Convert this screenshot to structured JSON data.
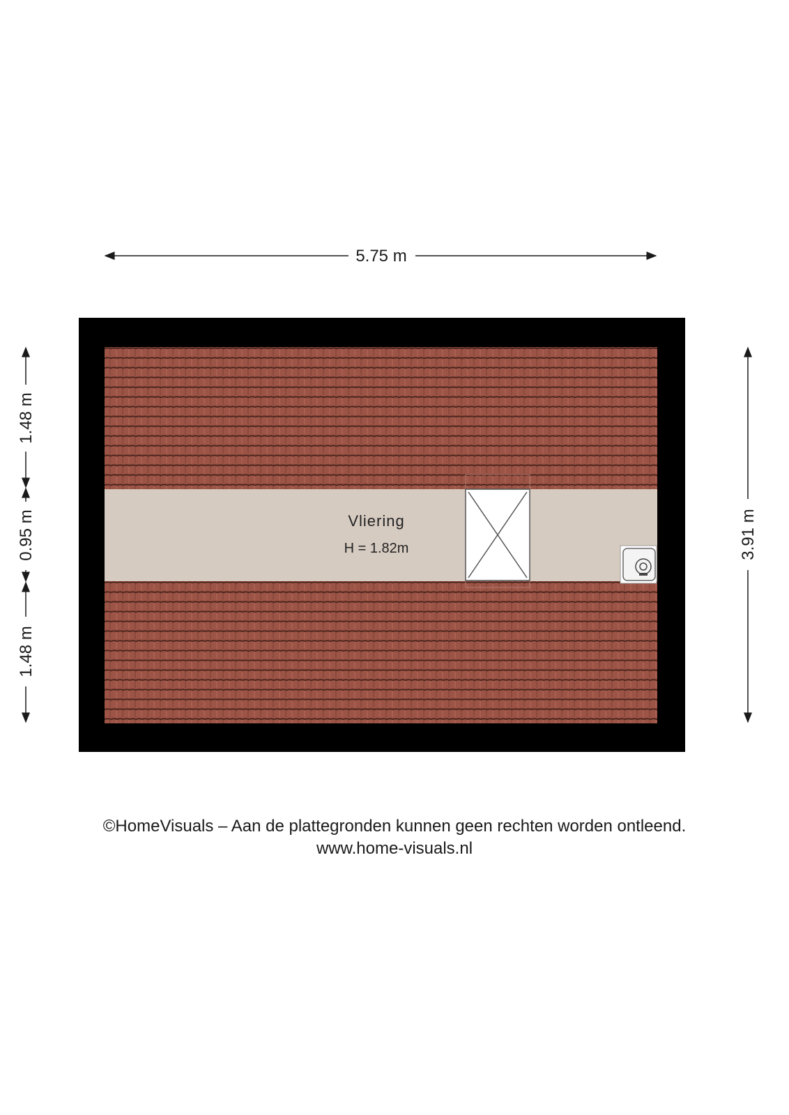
{
  "dimensions": {
    "width": "5.75 m",
    "depth_total": "3.91 m",
    "left_top": "1.48 m",
    "left_middle": "0.95 m",
    "left_bottom": "1.48 m"
  },
  "room": {
    "name": "Vliering",
    "height": "H = 1.82m"
  },
  "colors": {
    "wall": "#000000",
    "roof_tile": "#9c5446",
    "floor": "#d6cbc1",
    "hatch": "#ffffff"
  },
  "icons": {
    "hatch": "attic-hatch-icon",
    "boiler": "boiler-icon"
  },
  "footer": {
    "copyright": "©HomeVisuals – Aan de plattegronden kunnen geen rechten worden ontleend.",
    "url": "www.home-visuals.nl"
  }
}
